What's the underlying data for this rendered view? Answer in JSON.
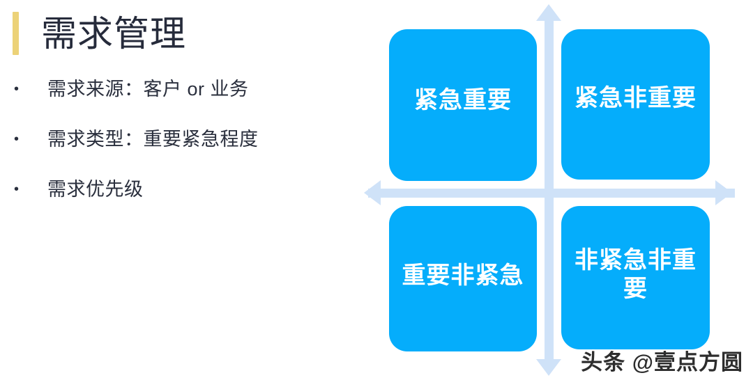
{
  "slide": {
    "background_color": "#ffffff",
    "title": "需求管理",
    "title_color": "#262b3b",
    "accent_bar_color": "#ecd278"
  },
  "bullets": [
    {
      "marker": "•",
      "text": "需求来源：客户 or 业务"
    },
    {
      "marker": "•",
      "text": "需求类型：重要紧急程度"
    },
    {
      "marker": "•",
      "text": "需求优先级"
    }
  ],
  "quadrant": {
    "box_color": "#05adfb",
    "label_color": "#ffffff",
    "axis_color": "#cfe2f8",
    "boxes": [
      {
        "id": "urgent-important",
        "label": "紧急重要",
        "position": "top-left"
      },
      {
        "id": "urgent-not-important",
        "label": "紧急非重要",
        "position": "top-right"
      },
      {
        "id": "important-not-urgent",
        "label": "重要非紧急",
        "position": "bottom-left"
      },
      {
        "id": "not-urgent-not-important",
        "label": "非紧急非重要",
        "position": "bottom-right"
      }
    ]
  },
  "watermark": {
    "text": "头条 @壹点方圆"
  }
}
